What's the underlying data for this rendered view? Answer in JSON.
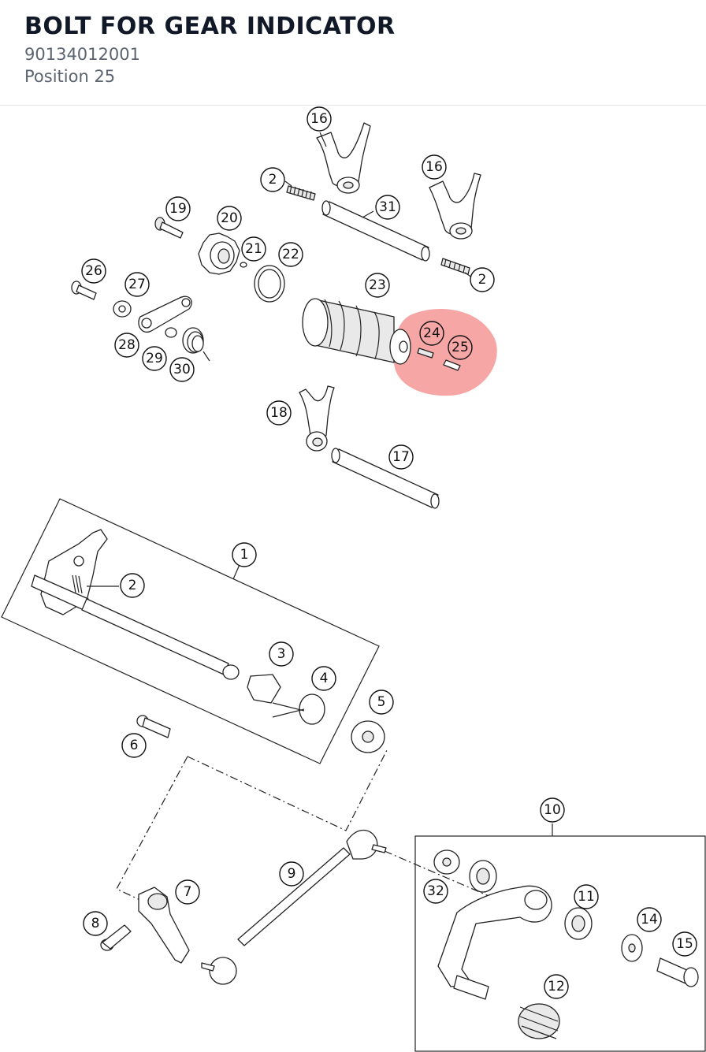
{
  "header": {
    "title": "BOLT FOR GEAR INDICATOR",
    "part_number": "90134012001",
    "position": "Position 25"
  },
  "diagram": {
    "highlighted_position": "25",
    "highlight_color": "#f26a6a",
    "callouts": [
      {
        "id": "c16a",
        "label": "16"
      },
      {
        "id": "c16b",
        "label": "16"
      },
      {
        "id": "c2a",
        "label": "2"
      },
      {
        "id": "c31",
        "label": "31"
      },
      {
        "id": "c19",
        "label": "19"
      },
      {
        "id": "c20",
        "label": "20"
      },
      {
        "id": "c21",
        "label": "21"
      },
      {
        "id": "c22",
        "label": "22"
      },
      {
        "id": "c2b",
        "label": "2"
      },
      {
        "id": "c26",
        "label": "26"
      },
      {
        "id": "c27",
        "label": "27"
      },
      {
        "id": "c23",
        "label": "23"
      },
      {
        "id": "c24",
        "label": "24"
      },
      {
        "id": "c25",
        "label": "25"
      },
      {
        "id": "c28",
        "label": "28"
      },
      {
        "id": "c29",
        "label": "29"
      },
      {
        "id": "c30",
        "label": "30"
      },
      {
        "id": "c18",
        "label": "18"
      },
      {
        "id": "c17",
        "label": "17"
      },
      {
        "id": "c1",
        "label": "1"
      },
      {
        "id": "c2c",
        "label": "2"
      },
      {
        "id": "c3",
        "label": "3"
      },
      {
        "id": "c4",
        "label": "4"
      },
      {
        "id": "c5",
        "label": "5"
      },
      {
        "id": "c6",
        "label": "6"
      },
      {
        "id": "c10",
        "label": "10"
      },
      {
        "id": "c9",
        "label": "9"
      },
      {
        "id": "c7",
        "label": "7"
      },
      {
        "id": "c11",
        "label": "11"
      },
      {
        "id": "c32",
        "label": "32"
      },
      {
        "id": "c8",
        "label": "8"
      },
      {
        "id": "c14",
        "label": "14"
      },
      {
        "id": "c15",
        "label": "15"
      },
      {
        "id": "c12",
        "label": "12"
      }
    ]
  }
}
